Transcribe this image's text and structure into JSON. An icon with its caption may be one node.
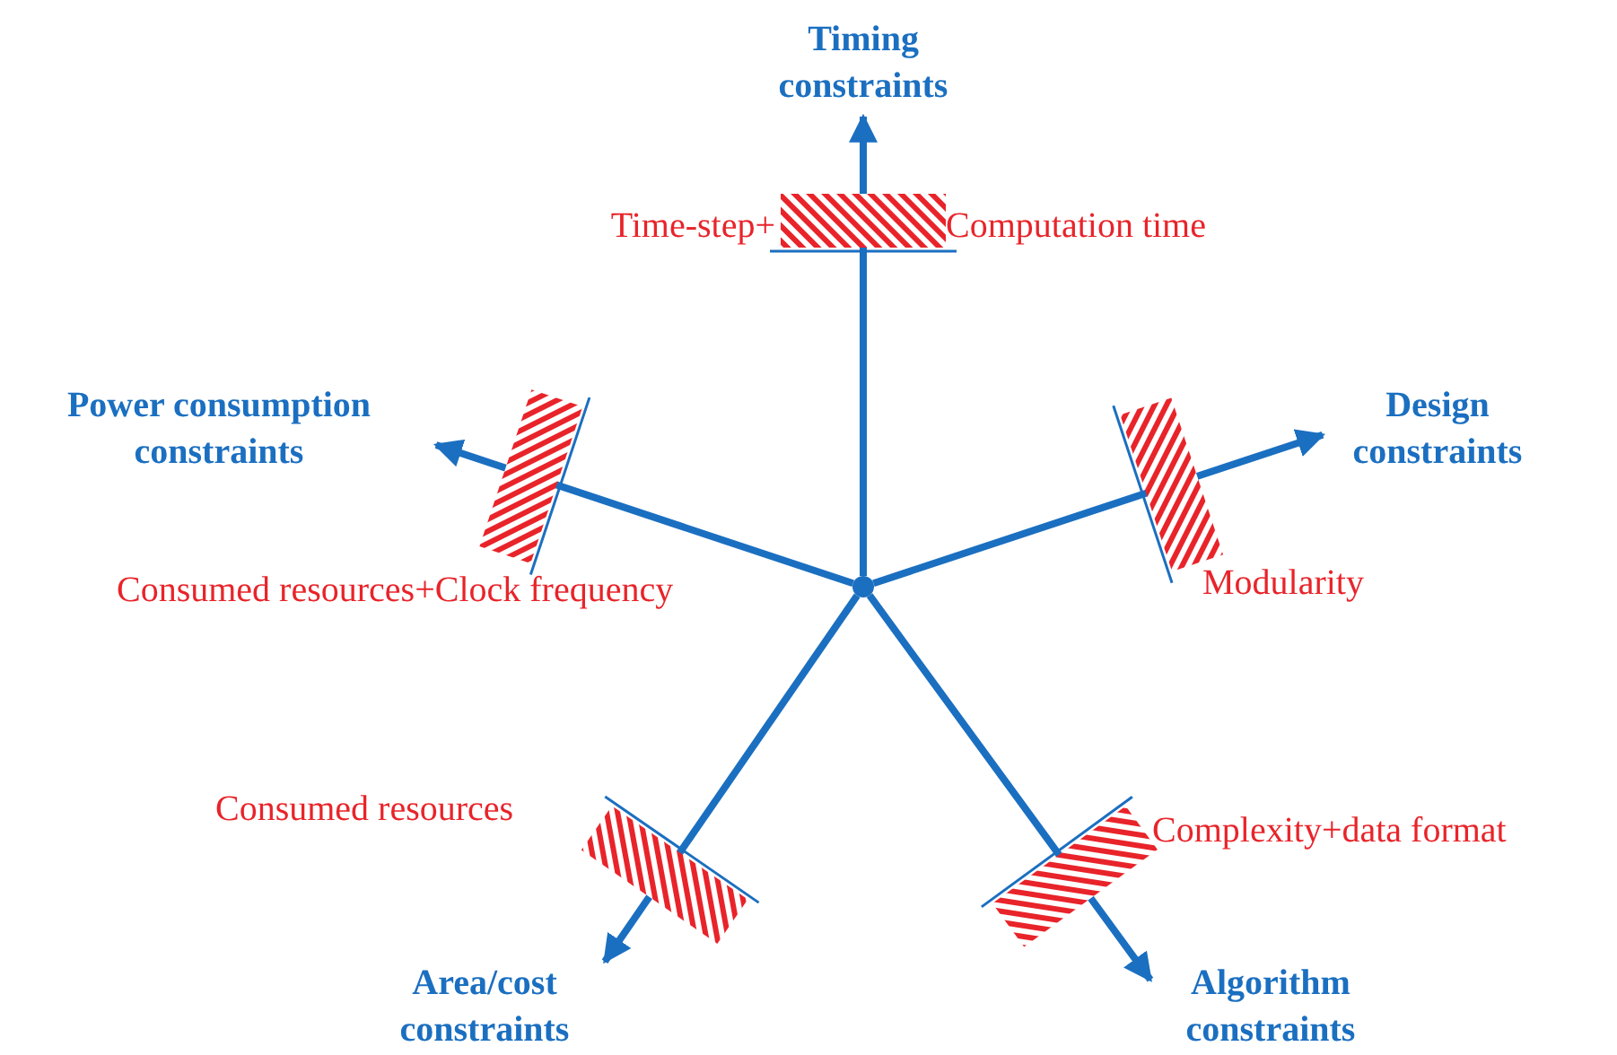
{
  "diagram": {
    "nodes": [
      {
        "text": [],
        "shape": "circle"
      },
      {
        "text": [
          "Timing constraints"
        ]
      },
      {
        "text": [
          "Power consumption constraints"
        ]
      },
      {
        "text": [
          "Design constraints"
        ]
      },
      {
        "text": [
          "Area/cost constraints"
        ]
      },
      {
        "text": [
          "Algorithm constraints"
        ]
      }
    ],
    "edges": [
      {
        "from": 0,
        "to": 1,
        "arrow": "to"
      },
      {
        "from": 0,
        "to": 2,
        "arrow": "to"
      },
      {
        "from": 0,
        "to": 3,
        "arrow": "to"
      },
      {
        "from": 0,
        "to": 4,
        "arrow": "to"
      },
      {
        "from": 0,
        "to": 5,
        "arrow": "to"
      }
    ],
    "labels": [
      "Time-step+",
      "Computation time",
      "Consumed resources+Clock frequency",
      "Modularity",
      "Consumed resources",
      "Complexity+data format"
    ]
  }
}
